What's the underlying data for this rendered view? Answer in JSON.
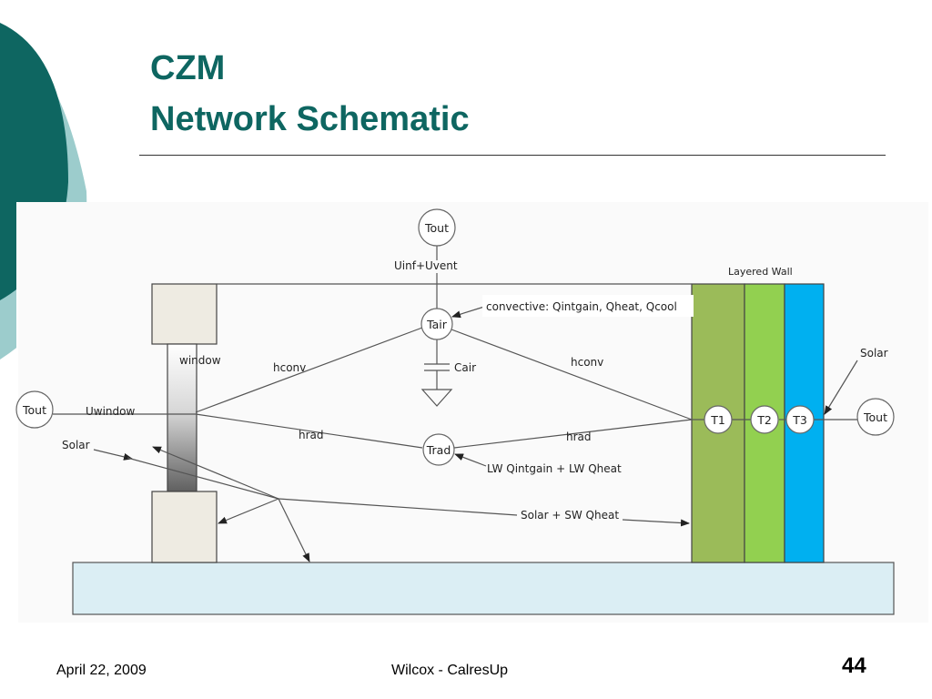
{
  "slide": {
    "title_line1": "CZM",
    "title_line2": "Network Schematic",
    "footer_date": "April 22, 2009",
    "footer_author": "Wilcox  -  CalresUp",
    "page_number": "44",
    "accent_color": "#0e6661",
    "accent_light": "#9ccccc"
  },
  "diagram": {
    "nodes": {
      "tout_top": "Tout",
      "tout_left": "Tout",
      "tout_right": "Tout",
      "tair": "Tair",
      "trad": "Trad",
      "t1": "T1",
      "t2": "T2",
      "t3": "T3"
    },
    "labels": {
      "uinf_uvent": "Uinf+Uvent",
      "layered_wall": "Layered Wall",
      "convective": "convective: Qintgain, Qheat,  Qcool",
      "window": "window",
      "hconv_left": "hconv",
      "hconv_right": "hconv",
      "cair": "Cair",
      "uwindow": "Uwindow",
      "hrad_left": "hrad",
      "hrad_right": "hrad",
      "solar_left": "Solar",
      "solar_right": "Solar",
      "lw_gains": "LW Qintgain + LW Qheat",
      "solar_sw": "Solar + SW Qheat"
    },
    "colors": {
      "wall_layer1": "#9bbb59",
      "wall_layer2": "#92d050",
      "wall_layer3": "#00b0f0",
      "floor": "#dbeef4",
      "window_frame": "#eeebe2"
    }
  }
}
